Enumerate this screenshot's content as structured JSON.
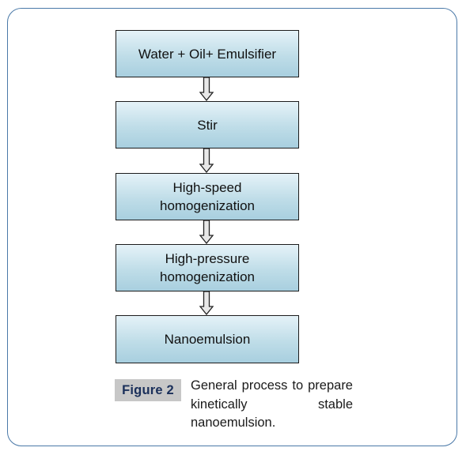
{
  "flowchart": {
    "steps": [
      "Water + Oil+ Emulsifier",
      "Stir",
      "High-speed\nhomogenization",
      "High-pressure\nhomogenization",
      "Nanoemulsion"
    ]
  },
  "figure": {
    "label": "Figure 2",
    "caption": "General process to prepare kinetically stable nanoemulsion."
  },
  "colors": {
    "frame_border": "#4a79a8",
    "box_fill_top": "#e5f2f8",
    "box_fill_bottom": "#a8cfdf",
    "box_border": "#1c1c1c",
    "arrow_fill": "#e8e8e8",
    "label_bg": "#c7c7c7",
    "label_text": "#1a2f5a"
  }
}
